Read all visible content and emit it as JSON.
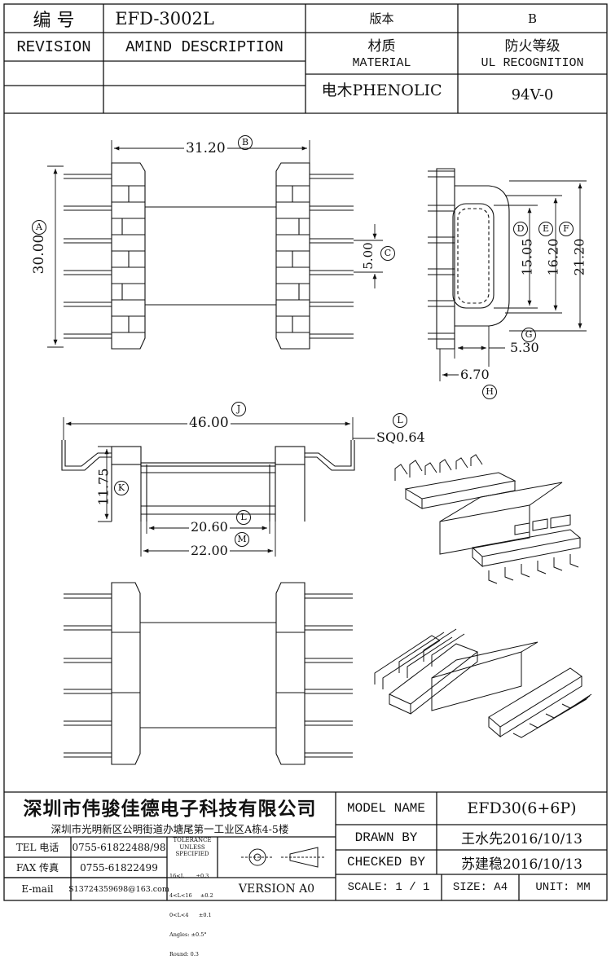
{
  "header": {
    "number_label": "编  号",
    "part_number": "EFD-3002L",
    "version_label": "版本",
    "version_value": "B",
    "revision_label": "REVISION",
    "amind_label": "AMIND DESCRIPTION",
    "material_label_cn": "材质",
    "material_label_en": "MATERIAL",
    "material_value": "电木PHENOLIC",
    "ul_label_cn": "防火等级",
    "ul_label_en": "UL RECOGNITION",
    "ul_value": "94V-0"
  },
  "drawing": {
    "top_view": {
      "dim_width": "31.20",
      "mark_width": "B",
      "dim_height": "30.00",
      "mark_height": "A",
      "dim_pitch": "5.00",
      "mark_pitch": "C"
    },
    "side_view": {
      "dim_d": "15.05",
      "mark_d": "D",
      "dim_e": "16.20",
      "mark_e": "E",
      "dim_f": "21.20",
      "mark_f": "F",
      "dim_g": "5.30",
      "mark_g": "G",
      "dim_h": "6.70",
      "mark_h": "H"
    },
    "front_view": {
      "dim_j": "46.00",
      "mark_j": "J",
      "dim_sq": "SQ0.64",
      "mark_sq": "L",
      "dim_k": "11.75",
      "mark_k": "K",
      "dim_l": "20.60",
      "mark_l": "L",
      "dim_m": "22.00",
      "mark_m": "M"
    }
  },
  "title_block": {
    "company_cn": "深圳市伟骏佳德电子科技有限公司",
    "address_cn": "深圳市光明新区公明街道办塘尾第一工业区A栋4-5楼",
    "tel_label": "TEL 电话",
    "tel_value": "0755-61822488/98",
    "fax_label": "FAX 传真",
    "fax_value": "0755-61822499",
    "email_label": "E-mail",
    "email_value": "S13724359698@163.com",
    "tolerance_title": "TOLERANCE",
    "tolerance_sub1": "UNLESS",
    "tolerance_sub2": "SPECIFIED",
    "tol_row1": "16<L       ±0.3",
    "tol_row2": "4<L<16     ±0.2",
    "tol_row3": "0<L<4      ±0.1",
    "tol_angles": "Angles: ±0.5°",
    "tol_round": "Round: 0.3",
    "version_text": "VERSION A0",
    "model_label": "MODEL NAME",
    "model_value": "EFD30(6+6P)",
    "drawn_label": "DRAWN BY",
    "drawn_value": "王水先2016/10/13",
    "checked_label": "CHECKED BY",
    "checked_value": "苏建稳2016/10/13",
    "scale_label": "SCALE: 1 / 1",
    "size_label": "SIZE: A4",
    "unit_label": "UNIT: MM"
  }
}
